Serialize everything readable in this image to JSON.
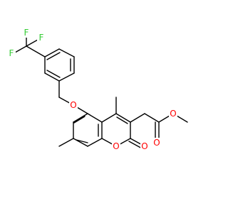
{
  "molecule": {
    "labels": {
      "f1": "F",
      "f2": "F",
      "f3": "F",
      "o_ether": "O",
      "o_ring": "O",
      "o_lactone_carbonyl": "O",
      "o_ester_carbonyl": "O",
      "o_ester_methoxy": "O"
    },
    "colors": {
      "bond": "#000000",
      "fluorine": "#33cc33",
      "oxygen": "#ff0000"
    }
  }
}
